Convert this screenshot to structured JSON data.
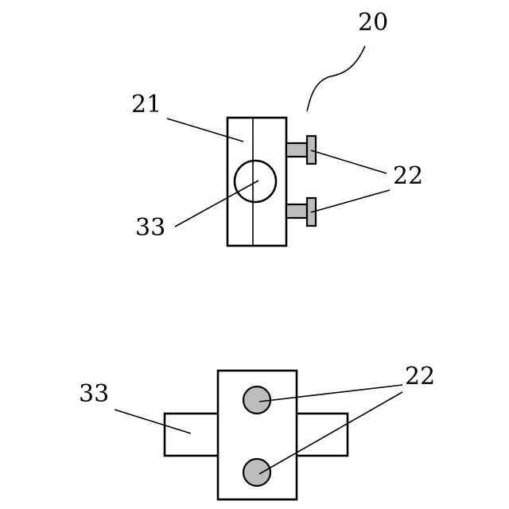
{
  "colors": {
    "stroke": "#000000",
    "background": "#ffffff",
    "bolt_fill": "#bdbdbd"
  },
  "top_view": {
    "label_assembly": "20",
    "label_clamp_body": "21",
    "label_bolts": "22",
    "label_shaft": "33"
  },
  "bottom_view": {
    "label_bolts": "22",
    "label_shaft": "33"
  }
}
